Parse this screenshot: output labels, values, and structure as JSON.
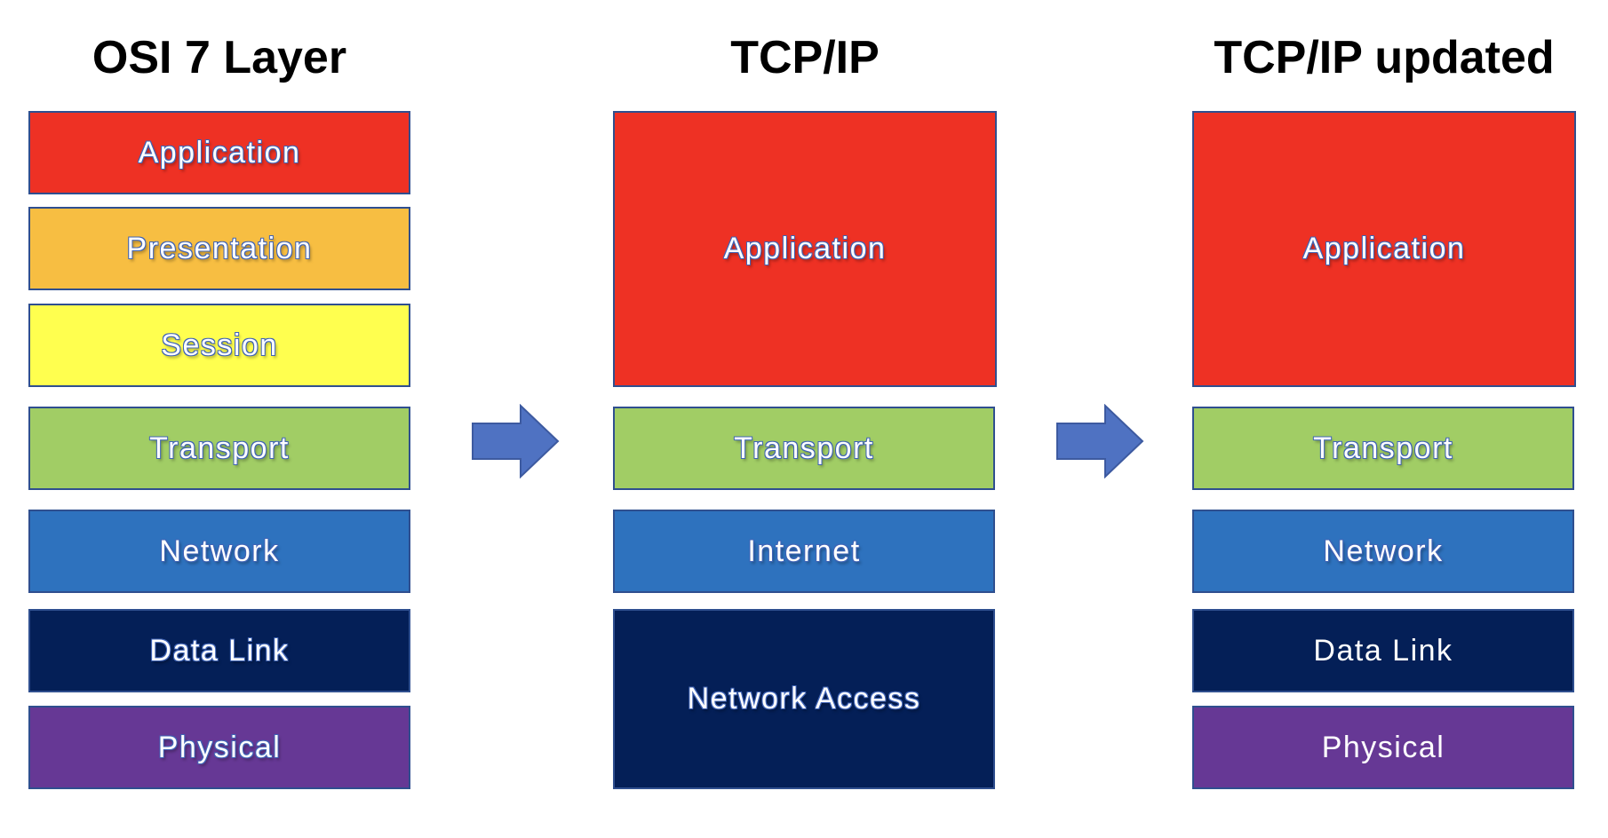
{
  "columns": [
    {
      "title": "OSI 7 Layer",
      "layers": [
        {
          "label": "Application",
          "color": "#ee3124"
        },
        {
          "label": "Presentation",
          "color": "#f7be42"
        },
        {
          "label": "Session",
          "color": "#ffff4f"
        },
        {
          "label": "Transport",
          "color": "#a1cd65"
        },
        {
          "label": "Network",
          "color": "#2e72be"
        },
        {
          "label": "Data Link",
          "color": "#041f57"
        },
        {
          "label": "Physical",
          "color": "#663895"
        }
      ]
    },
    {
      "title": "TCP/IP",
      "layers": [
        {
          "label": "Application",
          "color": "#ee3124"
        },
        {
          "label": "Transport",
          "color": "#a1cd65"
        },
        {
          "label": "Internet",
          "color": "#2e72be"
        },
        {
          "label": "Network Access",
          "color": "#041f57"
        }
      ]
    },
    {
      "title": "TCP/IP updated",
      "layers": [
        {
          "label": "Application",
          "color": "#ee3124"
        },
        {
          "label": "Transport",
          "color": "#a1cd65"
        },
        {
          "label": "Network",
          "color": "#2e72be"
        },
        {
          "label": "Data Link",
          "color": "#041f57"
        },
        {
          "label": "Physical",
          "color": "#663895"
        }
      ]
    }
  ],
  "arrows": [
    {
      "icon": "right-arrow-icon",
      "color": "#4f72c2"
    },
    {
      "icon": "right-arrow-icon",
      "color": "#4f72c2"
    }
  ]
}
